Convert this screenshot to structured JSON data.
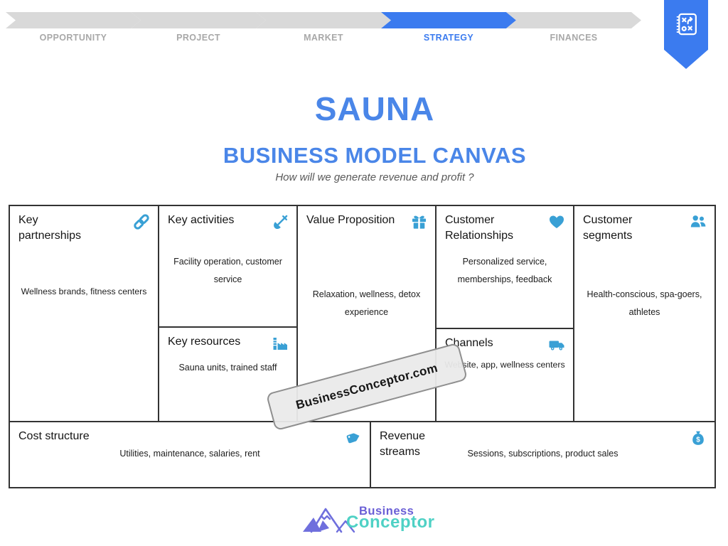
{
  "stepper": {
    "steps": [
      {
        "label": "OPPORTUNITY",
        "active": false
      },
      {
        "label": "PROJECT",
        "active": false
      },
      {
        "label": "MARKET",
        "active": false
      },
      {
        "label": "STRATEGY",
        "active": true
      },
      {
        "label": "FINANCES",
        "active": false
      }
    ]
  },
  "bookmark": {
    "icon": "strategy-playbook-icon"
  },
  "header": {
    "title": "SAUNA",
    "subtitle": "BUSINESS MODEL CANVAS",
    "tagline": "How will we generate revenue and profit ?"
  },
  "canvas": {
    "cells": [
      {
        "id": "key-partnerships",
        "title": "Key partnerships",
        "icon": "link-icon",
        "content": "Wellness brands, fitness centers"
      },
      {
        "id": "key-activities",
        "title": "Key activities",
        "icon": "shovel-icon",
        "content": "Facility operation, customer service"
      },
      {
        "id": "key-resources",
        "title": "Key resources",
        "icon": "factory-icon",
        "content": "Sauna units, trained staff"
      },
      {
        "id": "value-proposition",
        "title": "Value Proposition",
        "icon": "gift-icon",
        "content": "Relaxation, wellness, detox experience"
      },
      {
        "id": "customer-relationships",
        "title": "Customer Relationships",
        "icon": "heart-icon",
        "content": "Personalized service, memberships, feedback"
      },
      {
        "id": "channels",
        "title": "Channels",
        "icon": "truck-icon",
        "content": "Website, app, wellness centers"
      },
      {
        "id": "customer-segments",
        "title": "Customer segments",
        "icon": "people-icon",
        "content": "Health-conscious, spa-goers, athletes"
      },
      {
        "id": "cost-structure",
        "title": "Cost structure",
        "icon": "tag-icon",
        "content": "Utilities, maintenance, salaries, rent"
      },
      {
        "id": "revenue-streams",
        "title": "Revenue streams",
        "icon": "money-bag-icon",
        "content": "Sessions, subscriptions, product sales"
      }
    ]
  },
  "watermark": {
    "text": "BusinessConceptor.com"
  },
  "footer": {
    "brand_top": "Business",
    "brand_bottom": "Conceptor",
    "logo": "mountain-logo"
  },
  "colors": {
    "accent_blue": "#3b7bef",
    "title_blue": "#4a86e8",
    "icon_blue": "#39a0d5",
    "step_gray": "#d9d9d9",
    "step_label_gray": "#a8a8a8",
    "border_dark": "#333333",
    "brand_purple": "#6a5fd6",
    "brand_teal": "#4fd1c5"
  }
}
